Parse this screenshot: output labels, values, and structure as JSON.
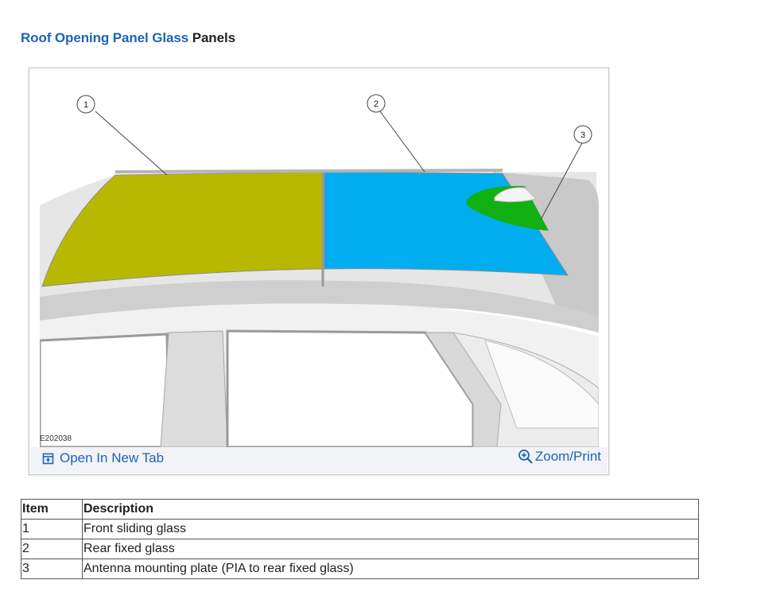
{
  "header": {
    "title_link": "Roof Opening Panel Glass",
    "title_rest": "Panels"
  },
  "figure": {
    "image_code": "E202038",
    "callouts": [
      "1",
      "2",
      "3"
    ],
    "open_tab_label": "Open In New Tab",
    "zoom_label": "Zoom/Print",
    "colors": {
      "front_glass": "#b8b800",
      "rear_glass": "#00aef0",
      "antenna_plate": "#12b012",
      "link": "#1e63b5"
    }
  },
  "table": {
    "headers": [
      "Item",
      "Description"
    ],
    "rows": [
      [
        "1",
        "Front sliding glass"
      ],
      [
        "2",
        "Rear fixed glass"
      ],
      [
        "3",
        "Antenna mounting plate (PIA to rear fixed glass)"
      ]
    ]
  }
}
